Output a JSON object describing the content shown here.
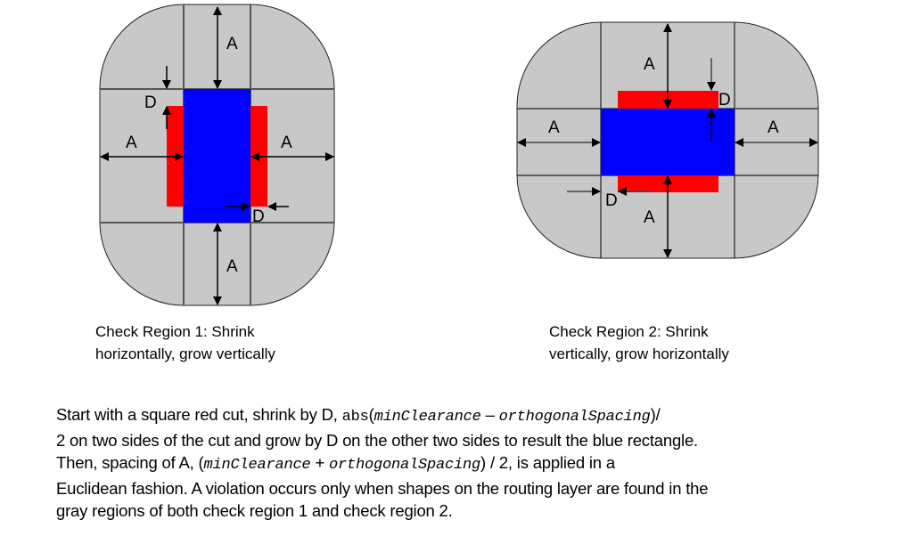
{
  "colors": {
    "gray_region": "#c8c8c8",
    "cut_red": "#ff0000",
    "result_blue": "#0000ff",
    "lines": "#555555",
    "arrows": "#000000"
  },
  "region1": {
    "labels": {
      "top_spacing": "A",
      "bottom_spacing": "A",
      "left_spacing": "A",
      "right_spacing": "A",
      "grow_d": "D",
      "shrink_d": "D"
    },
    "caption_line1": "Check Region 1: Shrink",
    "caption_line2": "horizontally, grow vertically"
  },
  "region2": {
    "labels": {
      "top_spacing": "A",
      "bottom_spacing": "A",
      "left_spacing": "A",
      "right_spacing": "A",
      "shrink_d": "D",
      "grow_d": "D"
    },
    "caption_line1": "Check Region 2: Shrink",
    "caption_line2": "vertically, grow horizontally"
  },
  "description": {
    "p1": "Start with a square red cut, shrink by D, ",
    "abs": "abs",
    "open": "(",
    "minClearance": "minClearance",
    "minus": " – ",
    "orthogonalSpacing": "orthogonalSpacing",
    "close_div": ")/",
    "p2": "2 on two sides of the cut and grow by D on the other two sides to result the blue rectangle.",
    "p3": "Then, spacing of A, ",
    "open2": "(",
    "minClearance2": "minClearance",
    "plus": " + ",
    "orthogonalSpacing2": "orthogonalSpacing",
    "close2": ") / 2, is applied in a",
    "p4": "Euclidean fashion. A violation occurs only when shapes on the routing layer are found in the",
    "p5": "gray regions of both check region 1 and check region 2."
  }
}
